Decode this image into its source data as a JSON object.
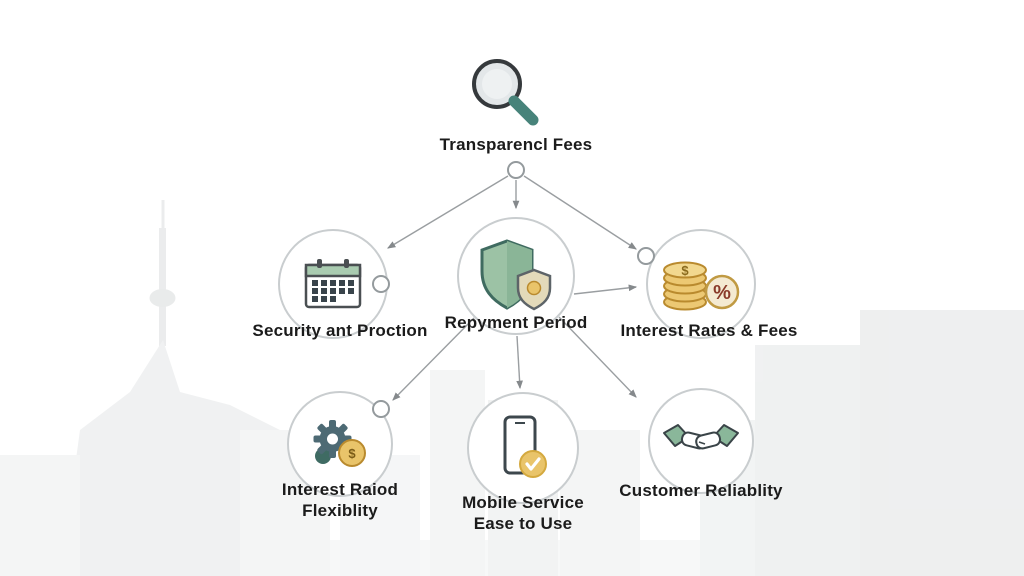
{
  "symbols": {
    "dollar": "$",
    "percent": "%"
  },
  "colors": {
    "teal": "#3f7d71",
    "green": "#9dc3a6",
    "gold": "#e9c46a",
    "arrow_gray": "#9a9ea1",
    "circle_border": "#c9cdcf",
    "text": "#1b1b1b"
  },
  "diagram": {
    "top": {
      "label": "Transparencl Fees",
      "icon": "magnifier-icon"
    },
    "mid_left": {
      "label": "Security ant Proction",
      "icon": "calendar-icon"
    },
    "mid_center": {
      "label": "Repyment Period",
      "icon": "shield-icon"
    },
    "mid_right": {
      "label": "Interest Rates & Fees",
      "icon": "coins-percent-icon"
    },
    "bottom_left": {
      "line1": "Interest Raiod",
      "line2": "Flexiblity",
      "icon": "gear-coin-icon"
    },
    "bottom_center": {
      "line1": "Mobile Service",
      "line2": "Ease to Use",
      "icon": "phone-check-icon"
    },
    "bottom_right": {
      "label": "Customer Reliablity",
      "icon": "handshake-icon"
    },
    "edges": [
      {
        "from": "top",
        "to": "mid_left"
      },
      {
        "from": "top",
        "to": "mid_center"
      },
      {
        "from": "top",
        "to": "mid_right"
      },
      {
        "from": "mid_center",
        "to": "mid_right"
      },
      {
        "from": "mid_center",
        "to": "bottom_left"
      },
      {
        "from": "mid_center",
        "to": "bottom_center"
      },
      {
        "from": "mid_center",
        "to": "bottom_right"
      }
    ]
  }
}
